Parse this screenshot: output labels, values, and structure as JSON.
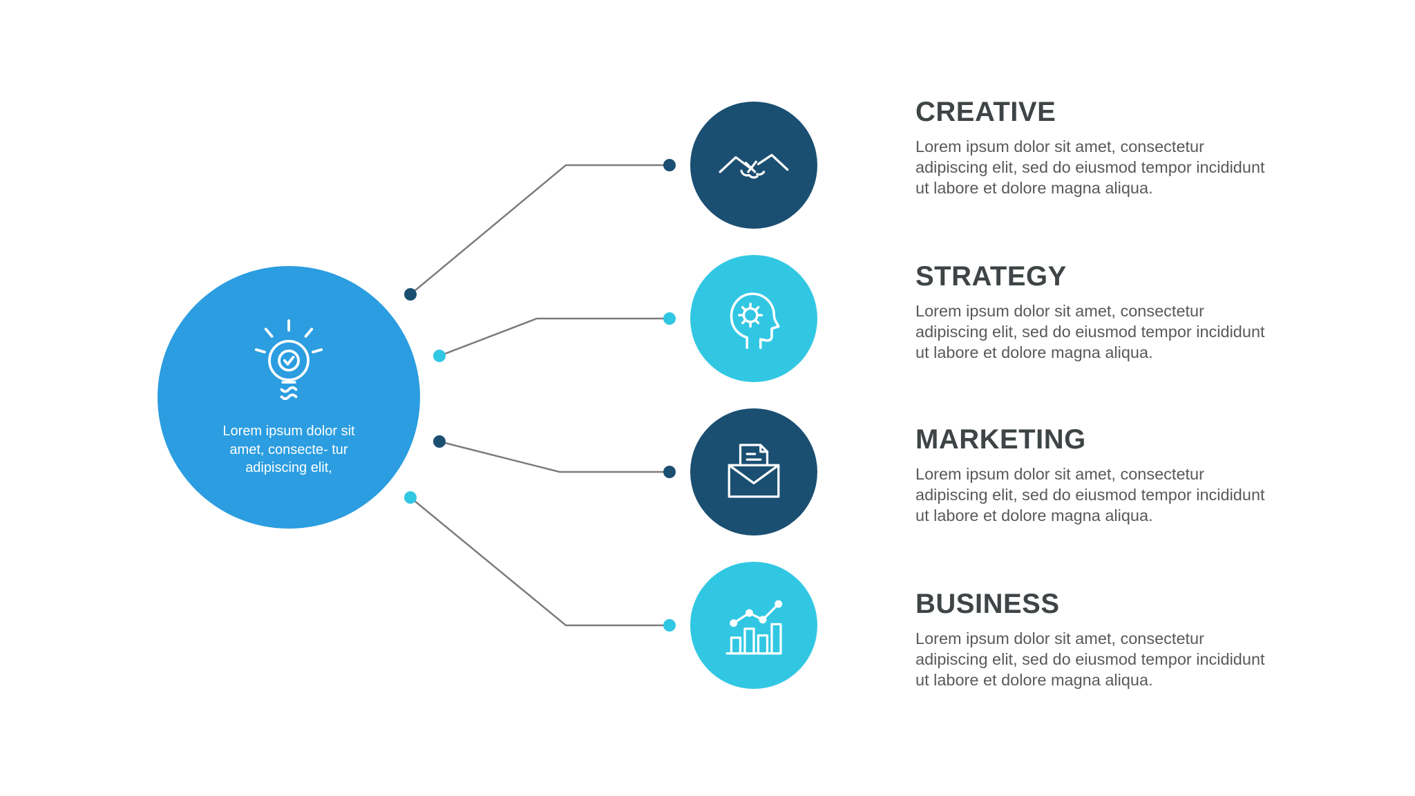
{
  "center": {
    "text": "Lorem ipsum dolor sit amet, consecte- tur adipiscing elit,",
    "icon": "lightbulb-check-icon"
  },
  "items": [
    {
      "title": "CREATIVE",
      "description": "Lorem ipsum dolor sit amet, consectetur adipiscing elit, sed do eiusmod tempor incididunt ut labore et dolore magna aliqua.",
      "icon": "handshake-icon",
      "circle_color": "#1b4f72",
      "dot_color": "#1b4f72"
    },
    {
      "title": "STRATEGY",
      "description": "Lorem ipsum dolor sit amet, consectetur adipiscing elit, sed do eiusmod tempor incididunt ut labore et dolore magna aliqua.",
      "icon": "head-gear-icon",
      "circle_color": "#31c7e3",
      "dot_color": "#31c7e3"
    },
    {
      "title": "MARKETING",
      "description": "Lorem ipsum dolor sit amet, consectetur adipiscing elit, sed do eiusmod tempor incididunt ut labore et dolore magna aliqua.",
      "icon": "envelope-letter-icon",
      "circle_color": "#1b4f72",
      "dot_color": "#1b4f72"
    },
    {
      "title": "BUSINESS",
      "description": "Lorem ipsum dolor sit amet, consectetur adipiscing elit, sed do eiusmod tempor incididunt ut labore et dolore magna aliqua.",
      "icon": "bar-chart-icon",
      "circle_color": "#31c7e3",
      "dot_color": "#31c7e3"
    }
  ],
  "colors": {
    "center_circle": "#2b9de0",
    "dark_navy": "#1b4f72",
    "cyan": "#31c7e3",
    "connector_line": "#7b7b7b",
    "heading_text": "#3f4446",
    "body_text": "#595959",
    "icon_stroke": "#ffffff"
  }
}
